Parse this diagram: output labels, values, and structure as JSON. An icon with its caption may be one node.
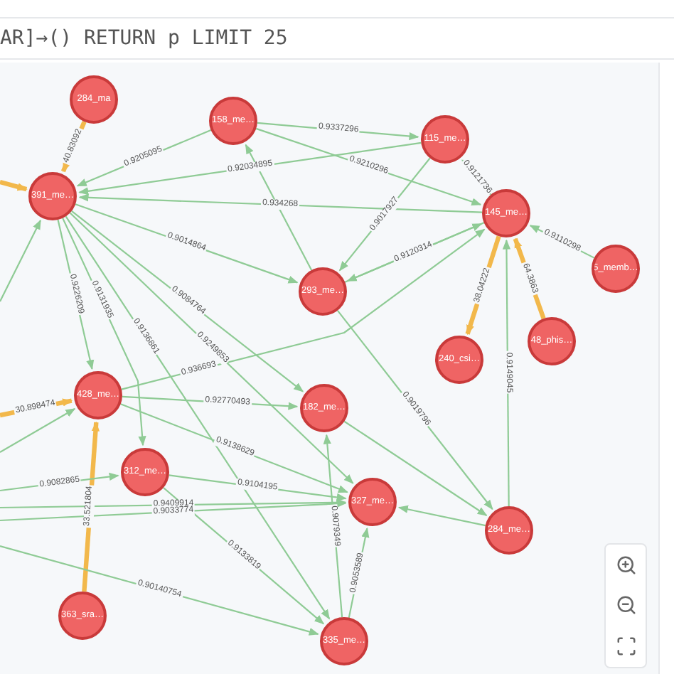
{
  "diagram": {
    "nodes": [
      {
        "text": [
          "284_ma"
        ]
      },
      {
        "text": [
          "391_me…"
        ]
      },
      {
        "text": [
          "158_me…"
        ]
      },
      {
        "text": [
          "115_me…"
        ]
      },
      {
        "text": [
          "145_me…"
        ]
      },
      {
        "text": [
          "5_memb…"
        ]
      },
      {
        "text": [
          "293_me…"
        ]
      },
      {
        "text": [
          "240_csi…"
        ]
      },
      {
        "text": [
          "48_phis…"
        ]
      },
      {
        "text": [
          "428_me…"
        ]
      },
      {
        "text": [
          "182_me…"
        ]
      },
      {
        "text": [
          "312_me…"
        ]
      },
      {
        "text": [
          "327_me…"
        ]
      },
      {
        "text": [
          "284_me…"
        ]
      },
      {
        "text": [
          "363_sra…"
        ]
      },
      {
        "text": [
          "335_me…"
        ]
      }
    ],
    "edges": [
      {
        "from": 0,
        "to": 1,
        "arrow": "to",
        "label": "40.83092",
        "color": "#f2b84b",
        "style": "thick"
      },
      {
        "from": null,
        "to": 1,
        "arrow": "to",
        "color": "#f2b84b",
        "style": "thick"
      },
      {
        "from": 2,
        "to": 1,
        "arrow": "to",
        "label": "0.9205095"
      },
      {
        "from": 3,
        "to": 1,
        "arrow": "to",
        "label": "0.92034895"
      },
      {
        "from": 4,
        "to": 1,
        "arrow": "to",
        "label": "0.934268"
      },
      {
        "from": 2,
        "to": 3,
        "arrow": "to",
        "label": "0.9337296"
      },
      {
        "from": 2,
        "to": 4,
        "arrow": "to",
        "label": "0.9210296"
      },
      {
        "from": 4,
        "to": 3,
        "arrow": "to",
        "label": "0.9121736"
      },
      {
        "from": 1,
        "to": 6,
        "arrow": "to",
        "label": "0.9014864"
      },
      {
        "from": 6,
        "to": 2,
        "arrow": "to"
      },
      {
        "from": 3,
        "to": 6,
        "arrow": "to",
        "label": "0.9017927"
      },
      {
        "from": 6,
        "to": 4,
        "arrow": "to",
        "label": "0.9120314"
      },
      {
        "from": 4,
        "to": 6,
        "arrow": "to"
      },
      {
        "from": 5,
        "to": 4,
        "arrow": "to",
        "label": "0.9110298"
      },
      {
        "from": 4,
        "to": 7,
        "arrow": "to",
        "label": "38.04222",
        "color": "#f2b84b",
        "style": "thick"
      },
      {
        "from": 8,
        "to": 4,
        "arrow": "to",
        "label": "64.3863",
        "color": "#f2b84b",
        "style": "thick"
      },
      {
        "from": 13,
        "to": 4,
        "arrow": "to",
        "label": "0.9149045"
      },
      {
        "from": 9,
        "to": 4,
        "arrow": "to",
        "label": "0.936693"
      },
      {
        "from": 6,
        "to": 13,
        "arrow": "to",
        "label": "0.9019796"
      },
      {
        "from": 1,
        "to": 10,
        "arrow": "to",
        "label": "0.9084764"
      },
      {
        "from": 1,
        "to": 12,
        "arrow": "to",
        "label": "0.9249853"
      },
      {
        "from": 1,
        "to": 9,
        "arrow": "to",
        "label": "0.9226209"
      },
      {
        "from": 1,
        "to": 11,
        "arrow": "to",
        "label": "0.9131935"
      },
      {
        "from": null,
        "to": 1,
        "arrow": "to"
      },
      {
        "from": 9,
        "to": 10,
        "arrow": "to",
        "label": "0.92770493"
      },
      {
        "from": null,
        "to": 9,
        "arrow": "to",
        "label": "30.898474",
        "color": "#f2b84b",
        "style": "thick"
      },
      {
        "from": null,
        "to": 9,
        "arrow": "to"
      },
      {
        "from": 14,
        "to": 9,
        "arrow": "to",
        "label": "33.521804",
        "color": "#f2b84b",
        "style": "thick"
      },
      {
        "from": 9,
        "to": 12,
        "arrow": "to",
        "label": "0.9138629"
      },
      {
        "from": 1,
        "to": 15,
        "arrow": "to",
        "label": "0.9136861"
      },
      {
        "from": null,
        "to": 11,
        "arrow": "to",
        "label": "0.9082865"
      },
      {
        "from": 11,
        "to": 12,
        "arrow": "to",
        "label": "0.9104195"
      },
      {
        "from": null,
        "to": 12,
        "arrow": "to",
        "label": "0.9409914"
      },
      {
        "from": null,
        "to": 12,
        "arrow": "to",
        "label": "0.9033774"
      },
      {
        "from": 11,
        "to": 15,
        "arrow": "to",
        "label": "0.9133819"
      },
      {
        "from": null,
        "to": 15,
        "arrow": "to",
        "label": "0.90140754"
      },
      {
        "from": 15,
        "to": 10,
        "arrow": "to",
        "label": "0.9079349"
      },
      {
        "from": 15,
        "to": 12,
        "arrow": "to",
        "label": "0.9053589"
      },
      {
        "from": 13,
        "to": 12,
        "arrow": "to"
      },
      {
        "from": 10,
        "to": 13,
        "arrow": "to"
      }
    ],
    "labels": [
      "AR]→() RETURN p LIMIT 25"
    ]
  }
}
